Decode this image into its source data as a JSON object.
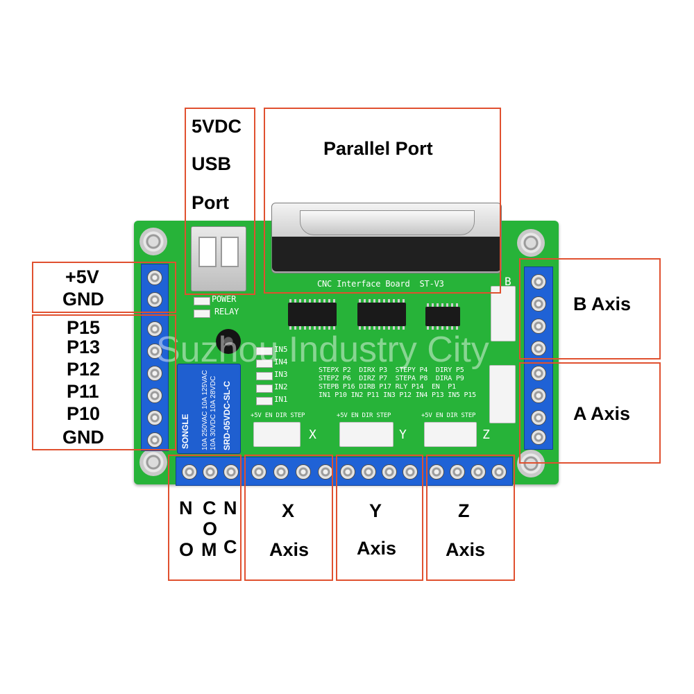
{
  "labels": {
    "usb": [
      "5VDC",
      "USB",
      "Port"
    ],
    "parallel": "Parallel Port",
    "power": [
      "+5V",
      "GND"
    ],
    "inputs": [
      "P15",
      "P13",
      "P12",
      "P11",
      "P10",
      "GND"
    ],
    "b_axis": "B Axis",
    "a_axis": "A Axis",
    "relay": {
      "col1": [
        "N",
        "O"
      ],
      "col2": [
        "C",
        "O",
        "M"
      ],
      "col3": [
        "N",
        "C"
      ]
    },
    "x_axis": [
      "X",
      "Axis"
    ],
    "y_axis": [
      "Y",
      "Axis"
    ],
    "z_axis": [
      "Z",
      "Axis"
    ]
  },
  "board": {
    "title": "CNC Interface Board  ST-V3",
    "power_led": "POWER",
    "relay_led": "RELAY",
    "inputs_silk": [
      "IN5",
      "IN4",
      "IN3",
      "IN2",
      "IN1"
    ],
    "pin_table": [
      "STEPX P2  DIRX P3  STEPY P4  DIRY P5",
      "STEPZ P6  DIRZ P7  STEPA P8  DIRA P9",
      "STEPB P16 DIRB P17 RLY P14  EN  P1",
      "IN1 P10 IN2 P11 IN3 P12 IN4 P13 IN5 P15"
    ],
    "connector_silk": "+5V EN DIR STEP",
    "x": "X",
    "y": "Y",
    "z": "Z",
    "b": "B",
    "relay_part": "SRD-05VDC-SL-C",
    "relay_brand": "SONGLE",
    "relay_ratings": [
      "10A 250VAC  10A 125VAC",
      "10A  30VDC  10A  28VDC"
    ],
    "watermark": "Suzhou Industry City"
  },
  "colors": {
    "frame": "#e0502f",
    "pcb": "#27b339",
    "terminal": "#1f62d6",
    "relay": "#1f5fd0"
  }
}
